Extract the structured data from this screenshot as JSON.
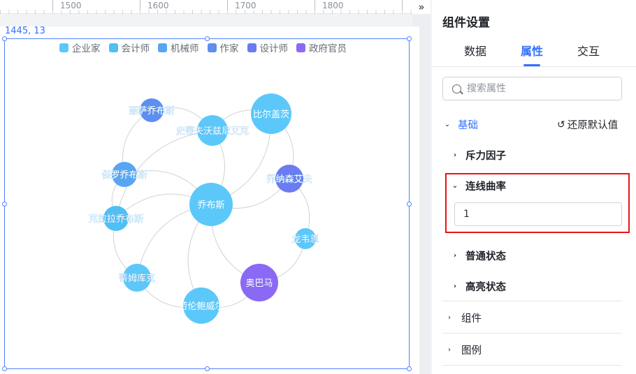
{
  "ruler": {
    "ticks": [
      "1500",
      "1600",
      "1700",
      "1800"
    ]
  },
  "canvas": {
    "coord_readout": "1445, 13"
  },
  "legend": [
    {
      "label": "企业家",
      "color": "#5cc8fa"
    },
    {
      "label": "会计师",
      "color": "#4fbff4"
    },
    {
      "label": "机械师",
      "color": "#58a6f2"
    },
    {
      "label": "作家",
      "color": "#5e8ef0"
    },
    {
      "label": "设计师",
      "color": "#6a7cf0"
    },
    {
      "label": "政府官员",
      "color": "#8a6af5"
    }
  ],
  "graph_nodes": [
    {
      "label": "乔布斯",
      "color": "#5cc8fa"
    },
    {
      "label": "比尔盖茨",
      "color": "#5cc8fa"
    },
    {
      "label": "丽萨乔布斯",
      "color": "#5e8ef0"
    },
    {
      "label": "史蒂夫沃兹尼艾克",
      "color": "#5cc8fa"
    },
    {
      "label": "乔纳森艾夫",
      "color": "#6a7cf0"
    },
    {
      "label": "保罗乔布斯",
      "color": "#58a6f2"
    },
    {
      "label": "克拉拉乔布斯",
      "color": "#4fbff4"
    },
    {
      "label": "龙韦恩",
      "color": "#5cc8fa"
    },
    {
      "label": "奥巴马",
      "color": "#8a6af5"
    },
    {
      "label": "蒂姆库克",
      "color": "#5cc8fa"
    },
    {
      "label": "劳伦鲍威尔",
      "color": "#5cc8fa"
    }
  ],
  "panel": {
    "title": "组件设置",
    "tabs": [
      "数据",
      "属性",
      "交互"
    ],
    "active_tab": "属性",
    "search_placeholder": "搜索属性",
    "search_value": "",
    "basic_section": "基础",
    "reset_label": "还原默认值",
    "force_factor": "斥力因子",
    "curvature_label": "连线曲率",
    "curvature_value": "1",
    "normal_state": "普通状态",
    "highlight_state": "高亮状态",
    "component_group": "组件",
    "legend_group": "图例"
  }
}
